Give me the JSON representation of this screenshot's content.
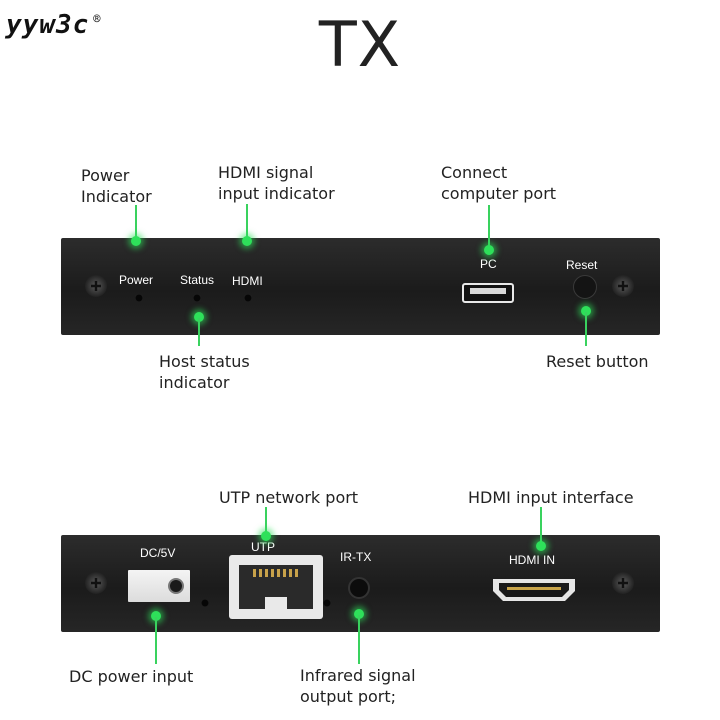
{
  "brand": {
    "name": "yyw3c",
    "registered": "®"
  },
  "title": "TX",
  "front_panel": {
    "labels": {
      "power": "Power",
      "status": "Status",
      "hdmi": "HDMI",
      "pc": "PC",
      "reset": "Reset"
    },
    "callouts": {
      "power_indicator": [
        "Power",
        "Indicator"
      ],
      "hdmi_signal": [
        "HDMI signal",
        "input indicator"
      ],
      "connect_computer": [
        "Connect",
        "computer port"
      ],
      "host_status": [
        "Host status",
        "indicator"
      ],
      "reset_button": "Reset button"
    }
  },
  "back_panel": {
    "labels": {
      "dc": "DC/5V",
      "utp": "UTP",
      "irtx": "IR-TX",
      "hdmi_in": "HDMI  IN"
    },
    "callouts": {
      "utp_network": "UTP network port",
      "hdmi_input": "HDMI input interface",
      "dc_power": "DC power input",
      "infrared": [
        "Infrared signal",
        "output port;"
      ]
    }
  },
  "colors": {
    "panel": "#232323",
    "callout_green": "#2ee05a",
    "text": "#222222"
  },
  "icons": [
    "screw-icon",
    "usb-port-icon",
    "rj45-port-icon",
    "hdmi-port-icon",
    "dc-jack-icon",
    "audio-jack-icon"
  ]
}
